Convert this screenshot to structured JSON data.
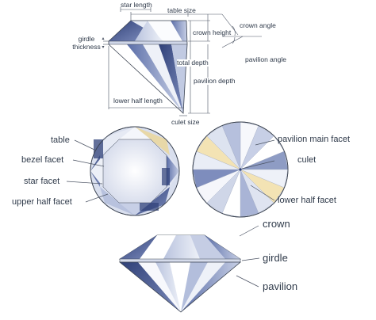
{
  "colors": {
    "line": "#3a4250",
    "facet_dark": "#3c4f8a",
    "facet_mid": "#8e9cc4",
    "facet_light": "#e3e8f3",
    "facet_white": "#f8f9fc",
    "accent_yellow": "#f3e3b4",
    "leader": "#4a5262"
  },
  "profile_labels": {
    "star_length": "star length",
    "table_size": "table size",
    "crown_angle": "crown angle",
    "girdle_thickness": "girdle\nthickness",
    "crown_height": "crown height",
    "pavilion_angle": "pavilion angle",
    "total_depth": "total depth",
    "pavilion_depth": "pavilion depth",
    "lower_half_length": "lower half length",
    "culet_size": "culet size"
  },
  "top_view_labels": {
    "table": "table",
    "bezel_facet": "bezel facet",
    "star_facet": "star facet",
    "upper_half_facet": "upper half facet"
  },
  "bottom_view_labels": {
    "pavilion_main_facet": "pavilion main facet",
    "culet": "culet",
    "lower_half_facet": "lower half facet"
  },
  "side_view_labels": {
    "crown": "crown",
    "girdle": "girdle",
    "pavilion": "pavilion"
  }
}
